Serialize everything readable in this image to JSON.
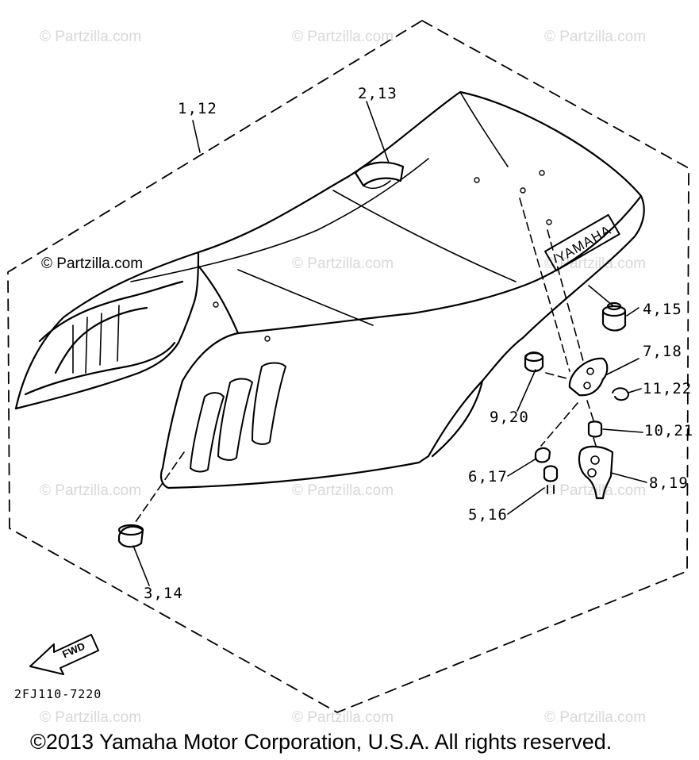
{
  "watermark": "© Partzilla.com",
  "watermark_main": "© Partzilla.com",
  "callouts": {
    "seat": "1,12",
    "band": "2,13",
    "damper_front": "3,14",
    "damper_rear": "4,15",
    "bolt": "5,16",
    "nut": "6,17",
    "lock_assy": "7,18",
    "hook": "8,19",
    "collar": "9,20",
    "spring": "10,21",
    "clip": "11,22"
  },
  "emblem_text": "YAMAHA",
  "fwd_label": "FWD",
  "diagram_code": "2FJ110-7220",
  "copyright": "©2013 Yamaha Motor Corporation, U.S.A. All rights reserved."
}
